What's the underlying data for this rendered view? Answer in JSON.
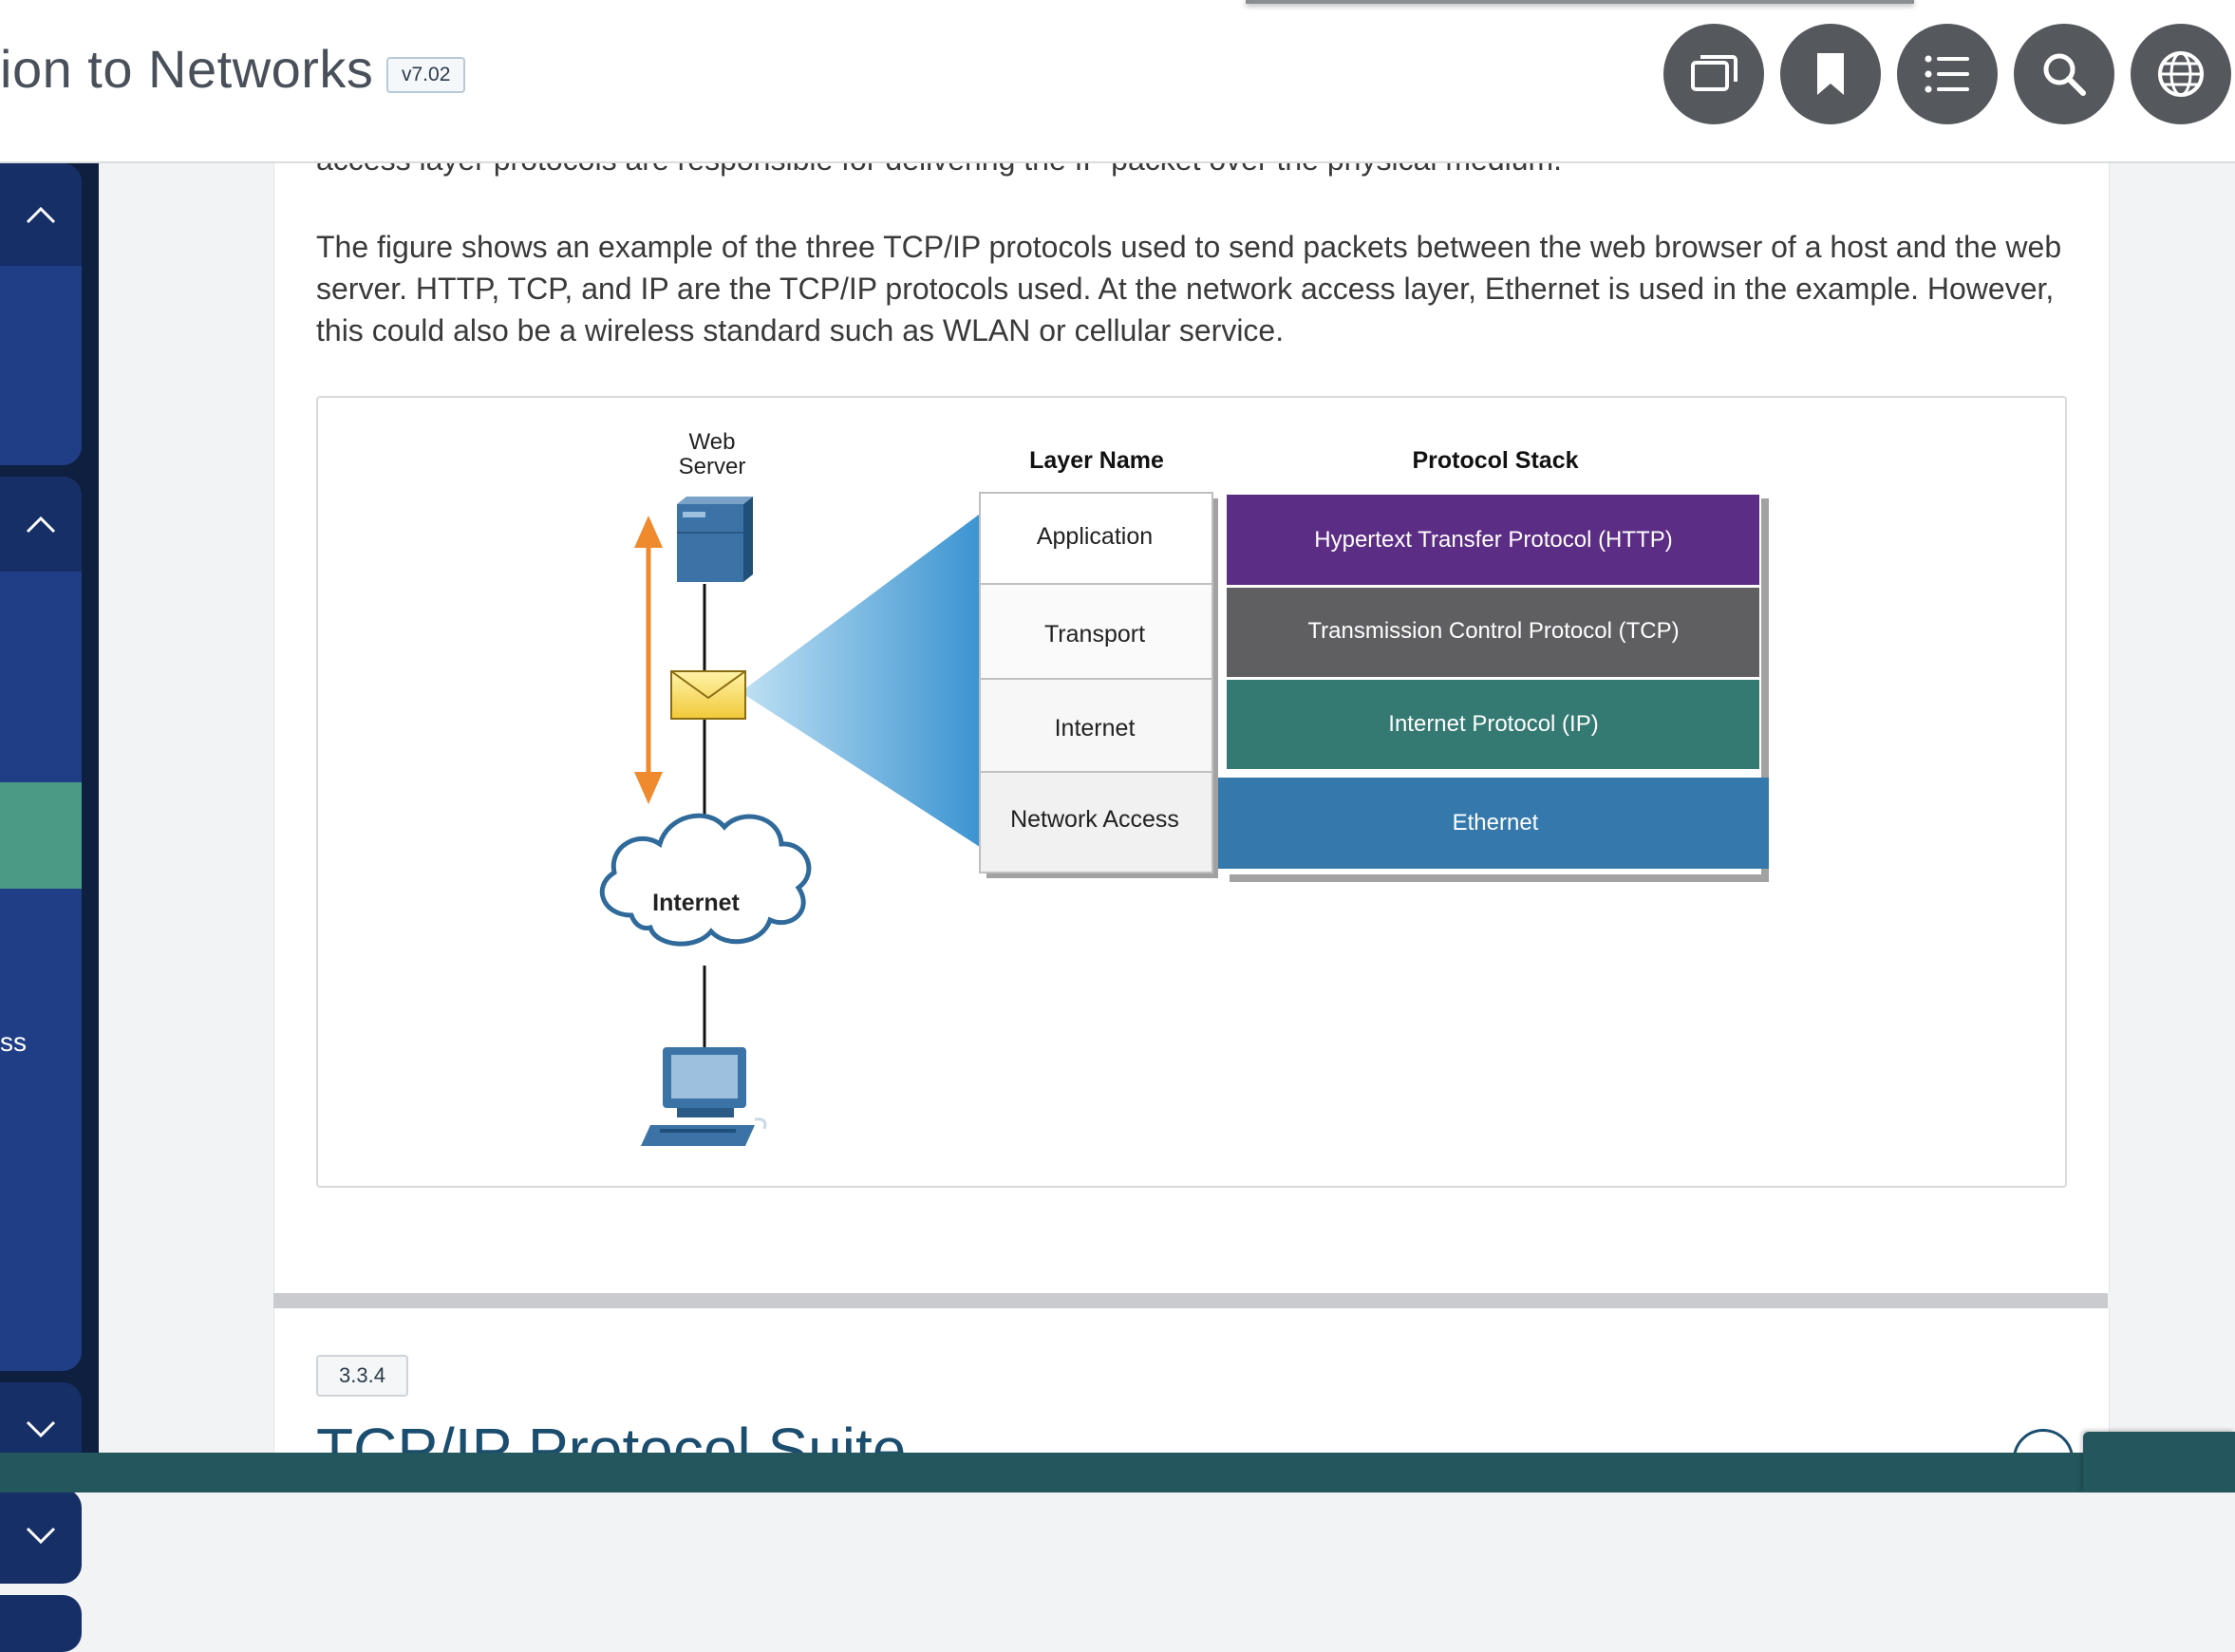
{
  "header": {
    "course_title": "ion to Networks",
    "version": "v7.02",
    "buttons": [
      {
        "name": "windows-button",
        "icon": "windows-icon"
      },
      {
        "name": "bookmark-button",
        "icon": "bookmark-icon"
      },
      {
        "name": "list-button",
        "icon": "list-icon"
      },
      {
        "name": "search-button",
        "icon": "search-icon"
      },
      {
        "name": "language-button",
        "icon": "globe-icon"
      }
    ]
  },
  "sidebar": {
    "partial_label": "ss",
    "colors": {
      "background": "#0e1f3f",
      "item": "#1f3e86",
      "active": "#4a9a86"
    }
  },
  "content": {
    "cut_line": "access layer protocols are responsible for delivering the IP packet over the physical medium.",
    "paragraph": "The figure shows an example of the three TCP/IP protocols used to send packets between the web browser of a host and the web server. HTTP, TCP, and IP are the TCP/IP protocols used. At the network access layer, Ethernet is used in the example. However, this could also be a wireless standard such as WLAN or cellular service."
  },
  "figure": {
    "server_label_line1": "Web",
    "server_label_line2": "Server",
    "cloud_label": "Internet",
    "layer_header": "Layer Name",
    "stack_header": "Protocol Stack",
    "layers": [
      {
        "layer": "Application",
        "protocol": "Hypertext Transfer Protocol (HTTP)",
        "color": "#5c2d84"
      },
      {
        "layer": "Transport",
        "protocol": "Transmission Control Protocol (TCP)",
        "color": "#5f5e60"
      },
      {
        "layer": "Internet",
        "protocol": "Internet Protocol (IP)",
        "color": "#347a72"
      },
      {
        "layer": "Network Access",
        "protocol": "Ethernet",
        "color": "#3578ac"
      }
    ]
  },
  "next_section": {
    "number": "3.3.4",
    "title": "TCP/IP Protocol Suite"
  }
}
